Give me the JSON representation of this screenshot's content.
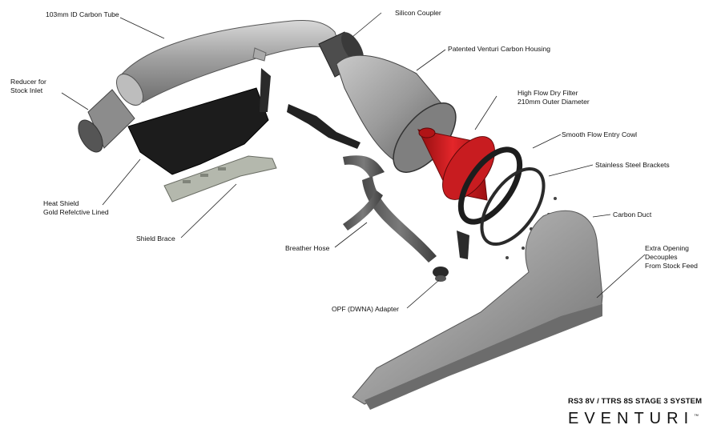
{
  "labels": {
    "carbon_tube": "103mm ID Carbon Tube",
    "silicon_coupler": "Silicon Coupler",
    "venturi_housing": "Patented Venturi Carbon Housing",
    "reducer": [
      "Reducer for",
      "Stock Inlet"
    ],
    "dry_filter": [
      "High Flow Dry Filter",
      "210mm Outer Diameter"
    ],
    "entry_cowl": "Smooth Flow Entry Cowl",
    "brackets": "Stainless Steel Brackets",
    "heat_shield": [
      "Heat Shield",
      "Gold Refelctive Lined"
    ],
    "carbon_duct": "Carbon Duct",
    "shield_brace": "Shield Brace",
    "breather_hose": "Breather Hose",
    "extra_opening": [
      "Extra Opening",
      "Decouples",
      "From Stock Feed"
    ],
    "opf_adapter": "OPF (DWNA) Adapter"
  },
  "system_title": "RS3 8V / TTRS 8S STAGE 3 SYSTEM",
  "brand": {
    "name": "EVENTURI",
    "tm": "™"
  },
  "colors": {
    "carbon": "#9a9a9a",
    "filter": "#d0181c",
    "shield": "#1c1c1c",
    "brace": "#b4b8ad",
    "line": "#222222"
  }
}
